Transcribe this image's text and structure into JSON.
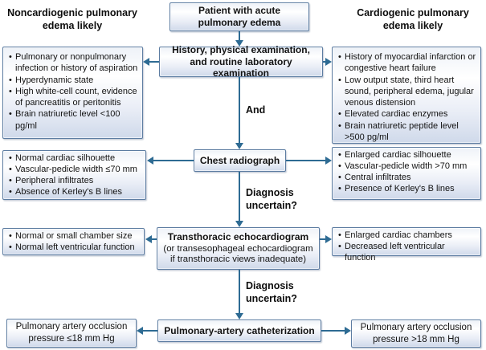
{
  "colors": {
    "arrow": "#2e6b93",
    "box_border": "#5c7ca1",
    "box_fill_top": "#ffffff",
    "box_fill_bottom": "#cfd9ea",
    "background": "#ffffff",
    "text": "#131313"
  },
  "headers": {
    "left": "Noncardiogenic pulmonary edema likely",
    "right": "Cardiogenic pulmonary edema likely"
  },
  "labels": {
    "and": "And",
    "diagnosis_uncertain": "Diagnosis uncertain?"
  },
  "flow": {
    "patient": "Patient with acute pulmonary edema",
    "history": "History, physical examination, and routine laboratory examination",
    "chest": "Chest radiograph",
    "echo_title": "Transthoracic echocardiogram",
    "echo_sub": "(or transesophageal echocardiogram if transthoracic views inadequate)",
    "cath": "Pulmonary-artery catheterization"
  },
  "noncardiogenic": {
    "history_findings": [
      "Pulmonary or nonpulmonary infection or history of aspiration",
      "Hyperdynamic state",
      "High white-cell count, evidence of pancreatitis or peritonitis",
      "Brain natriuretic level <100 pg/ml"
    ],
    "radiograph_findings": [
      "Normal cardiac silhouette",
      "Vascular-pedicle width ≤70 mm",
      "Peripheral infiltrates",
      "Absence of Kerley's B lines"
    ],
    "echo_findings": [
      "Normal or small chamber size",
      "Normal left ventricular function"
    ],
    "catheter_finding": "Pulmonary artery occlusion pressure ≤18 mm Hg"
  },
  "cardiogenic": {
    "history_findings": [
      "History of myocardial infarction or congestive heart failure",
      "Low output state, third heart sound, peripheral edema, jugular venous distension",
      "Elevated cardiac enzymes",
      "Brain natriuretic peptide level >500 pg/ml"
    ],
    "radiograph_findings": [
      "Enlarged cardiac silhouette",
      "Vascular-pedicle width >70 mm",
      "Central infiltrates",
      "Presence of Kerley's B lines"
    ],
    "echo_findings": [
      "Enlarged cardiac chambers",
      "Decreased left ventricular function"
    ],
    "catheter_finding": "Pulmonary artery occlusion pressure >18 mm Hg"
  }
}
